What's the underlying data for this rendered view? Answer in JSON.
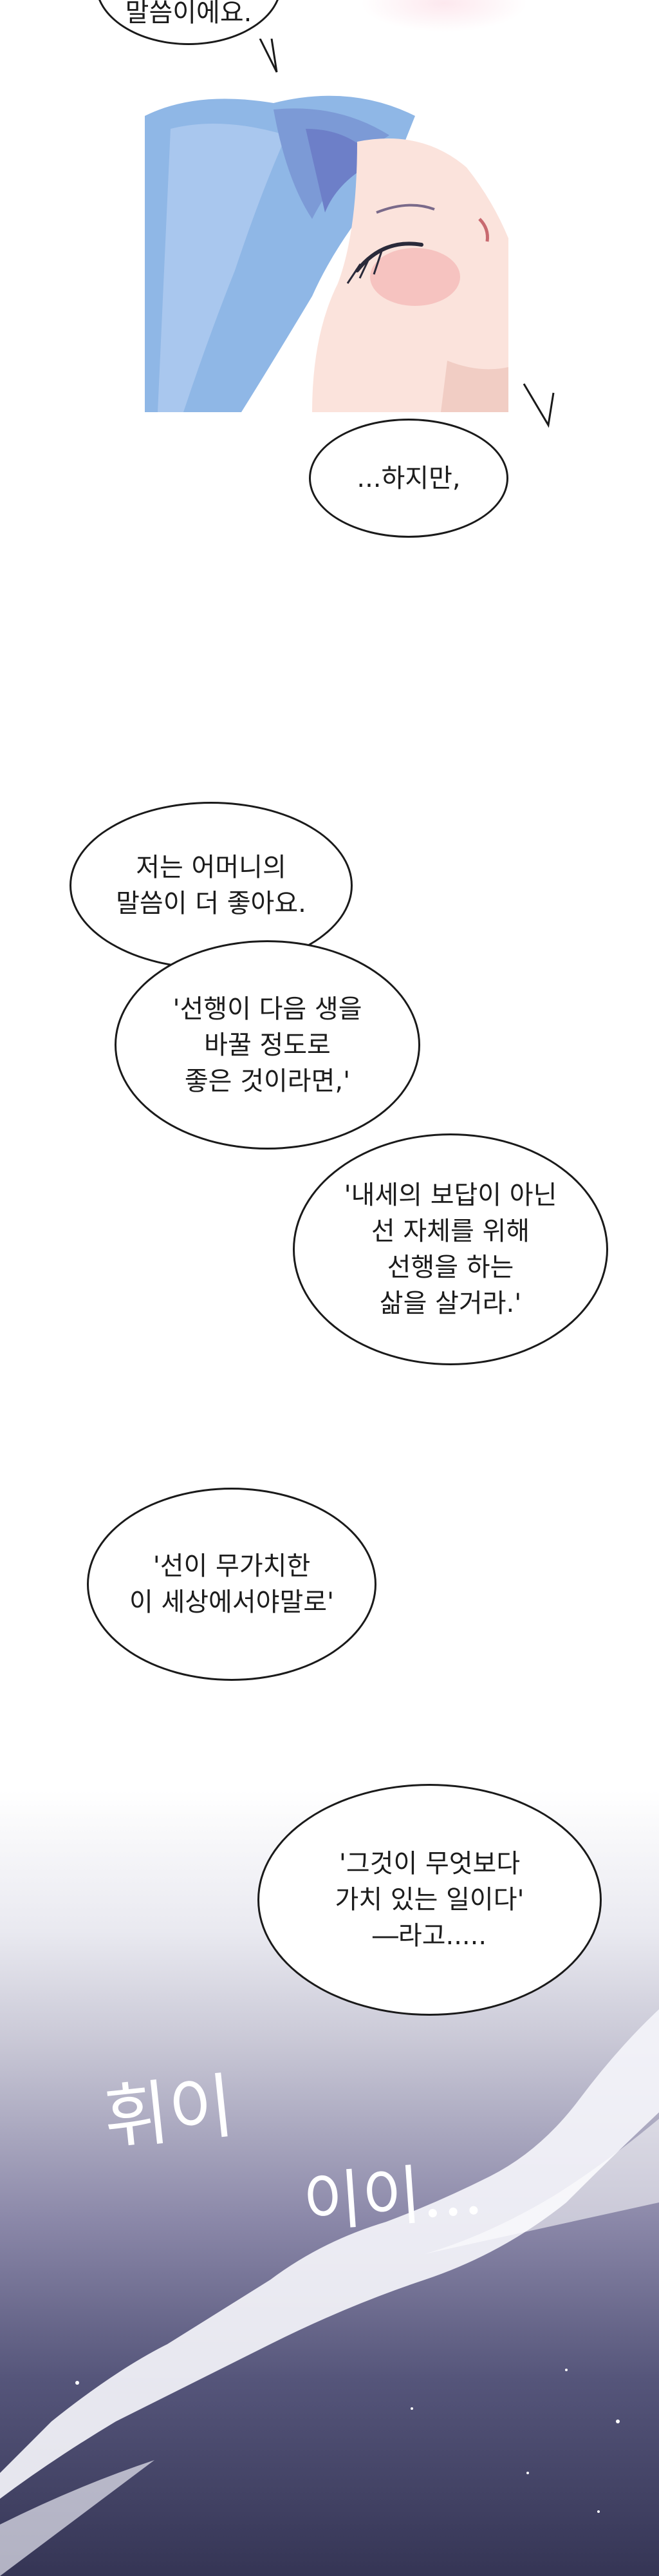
{
  "colors": {
    "hair": "#8fb7e6",
    "skin": "#fbe3dc",
    "night_top": "#8a87a8",
    "night_bottom": "#353555",
    "bubble_border": "#1a1a1a"
  },
  "top_bubble": {
    "text": "말씀이에요."
  },
  "bubbles": {
    "b1": "...하지만,",
    "b2": "저는 어머니의\n말씀이 더 좋아요.",
    "b3": "'선행이 다음 생을\n바꿀 정도로\n좋은 것이라면,'",
    "b4": "'내세의 보답이 아닌\n선 자체를 위해\n선행을 하는\n삶을 살거라.'",
    "b5": "'선이 무가치한\n이 세상에서야말로'",
    "b6": "'그것이 무엇보다\n가치 있는 일이다'\n―라고....."
  },
  "sfx": {
    "text1": "휘이",
    "text2": "이이..."
  }
}
